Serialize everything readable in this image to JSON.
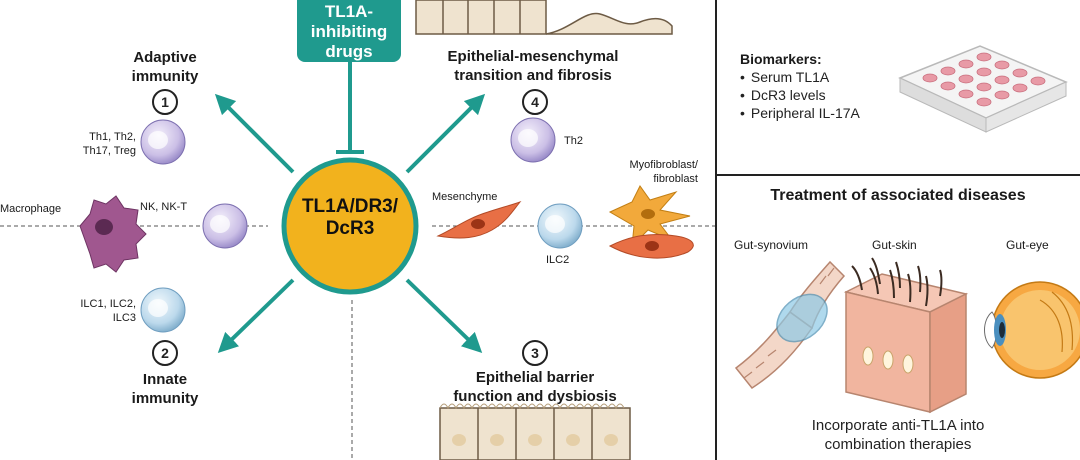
{
  "center": {
    "label_line1": "TL1A/DR3/",
    "label_line2": "DcR3"
  },
  "drugs": {
    "line1": "TL1A-",
    "line2": "inhibiting",
    "line3": "drugs"
  },
  "quadrants": {
    "adaptive": {
      "number": "1",
      "title_line1": "Adaptive",
      "title_line2": "immunity",
      "cells_line1": "Th1, Th2,",
      "cells_line2": "Th17, Treg"
    },
    "innate": {
      "number": "2",
      "title_line1": "Innate",
      "title_line2": "immunity",
      "cells_line1": "ILC1, ILC2,",
      "cells_line2": "ILC3"
    },
    "barrier": {
      "number": "3",
      "title_line1": "Epithelial barrier",
      "title_line2": "function and dysbiosis"
    },
    "emt": {
      "number": "4",
      "title_line1": "Epithelial-mesenchymal",
      "title_line2": "transition and fibrosis",
      "th2": "Th2"
    }
  },
  "cells": {
    "macrophage": "Macrophage",
    "nk": "NK, NK-T",
    "mesenchyme": "Mesenchyme",
    "ilc2": "ILC2",
    "myofibroblast_line1": "Myofibroblast/",
    "myofibroblast_line2": "fibroblast"
  },
  "biomarkers": {
    "title": "Biomarkers:",
    "items": [
      "Serum TL1A",
      "DcR3 levels",
      "Peripheral IL-17A"
    ]
  },
  "treatment": {
    "title": "Treatment of associated diseases",
    "organs": [
      "Gut-synovium",
      "Gut-skin",
      "Gut-eye"
    ],
    "footer_line1": "Incorporate anti-TL1A into",
    "footer_line2": "combination therapies"
  },
  "colors": {
    "teal": "#1f9a8e",
    "center_fill": "#f2b21d",
    "center_ring": "#1f9a8e",
    "cell_purple": "#cbbfe6",
    "cell_blue": "#bcd9ec",
    "macrophage": "#a0578f",
    "mesenchyme": "#e86f45",
    "myofibroblast": "#f2a93b",
    "epithelium": "#efe3cf"
  }
}
